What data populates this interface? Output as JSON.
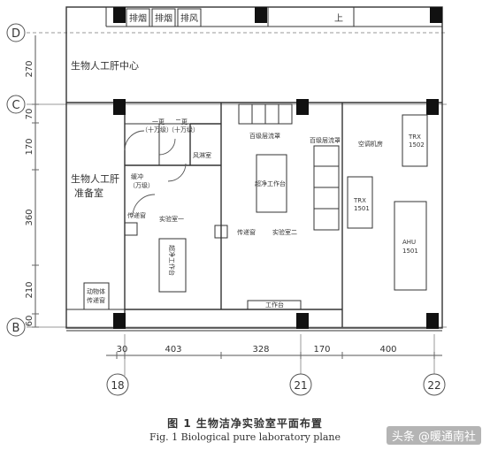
{
  "axes": {
    "D": "D",
    "C": "C",
    "B": "B",
    "n18": "18",
    "n21": "21",
    "n22": "22"
  },
  "dims_left": [
    "270",
    "70",
    "170",
    "360",
    "210",
    "60"
  ],
  "dims_bottom": [
    "30",
    "403",
    "328",
    "170",
    "400"
  ],
  "top_rooms": [
    "排烟",
    "排烟",
    "排风",
    "上"
  ],
  "rooms": {
    "liver_center": "生物人工肝中心",
    "liver_prep_1": "生物人工肝",
    "liver_prep_2": "准备室",
    "change1_1": "一更",
    "change1_2": "（十万级）",
    "change2_1": "二更",
    "change2_2": "（十万级）",
    "air_shower": "风淋室",
    "buffer_1": "缓冲",
    "buffer_2": "（万级）",
    "pass_1": "传递窗",
    "pass_2": "传递窗",
    "lab1": "实验室一",
    "lab2": "实验室二",
    "bench1": "超净工作台",
    "bench2": "超净工作台",
    "hood1": "百级层流罩",
    "hood2": "百级层流罩",
    "ahu_room": "空调机房",
    "animal_1": "动物体",
    "animal_2": "传递窗",
    "workbench": "工作台",
    "trx1_a": "TRX",
    "trx1_b": "1502",
    "trx2_a": "TRX",
    "trx2_b": "1501",
    "ahu_a": "AHU",
    "ahu_b": "1501"
  },
  "caption_cn": "图 1  生物洁净实验室平面布置",
  "caption_en": "Fig. 1   Biological pure laboratory plane",
  "watermark": "头条 @暖通南社"
}
